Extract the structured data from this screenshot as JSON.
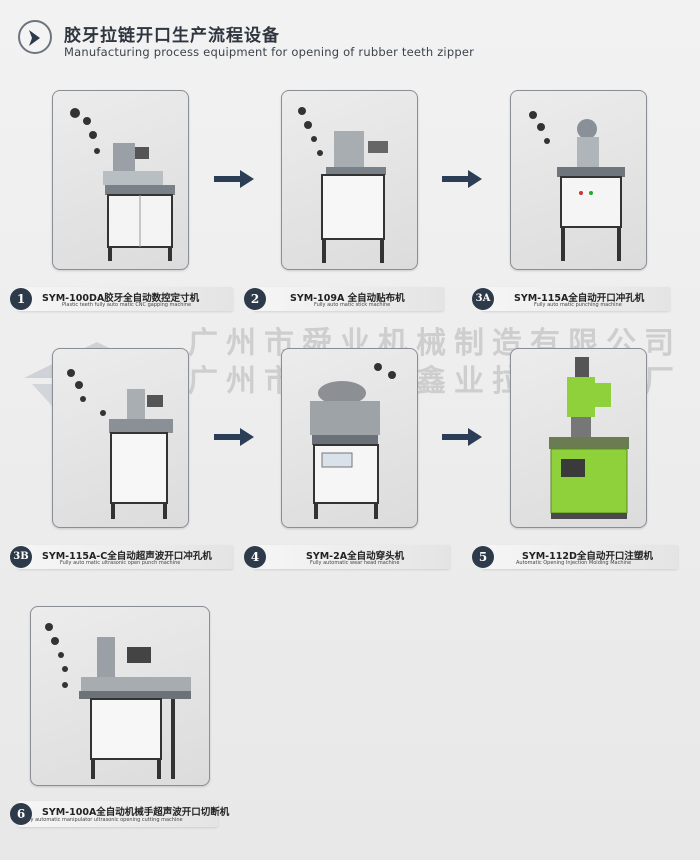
{
  "header": {
    "title_cn": "胶牙拉链开口生产流程设备",
    "title_en": "Manufacturing process equipment for opening of rubber teeth zipper"
  },
  "watermark": {
    "line1": "广州市舜业机械制造有限公司",
    "line2": "广州市白云区鑫业拉链机械厂"
  },
  "steps": [
    {
      "num": "1",
      "model": "SYM-100DA胶牙全自动数控定寸机",
      "subtitle": "Plastic teeth fully auto matic CNC gapping machine"
    },
    {
      "num": "2",
      "model": "SYM-109A 全自动贴布机",
      "subtitle": "Fully auto matic stick machine"
    },
    {
      "num": "3A",
      "model": "SYM-115A全自动开口冲孔机",
      "subtitle": "Fully auto matic punching machine"
    },
    {
      "num": "3B",
      "model": "SYM-115A-C全自动超声波开口冲孔机",
      "subtitle": "Fully auto matic ultrasonic open punch machine"
    },
    {
      "num": "4",
      "model": "SYM-2A全自动穿头机",
      "subtitle": "Fully automatic wear head machine"
    },
    {
      "num": "5",
      "model": "SYM-112D全自动开口注塑机",
      "subtitle": "Automatic Opening Injection Molding Machine"
    },
    {
      "num": "6",
      "model": "SYM-100A全自动机械手超声波开口切断机",
      "subtitle": "Fully automatic manipulator ultrasonic opening cutting machine"
    }
  ],
  "colors": {
    "badge": "#2d3a4a",
    "arrow": "#2b3e55",
    "injection_green": "#8fd13a"
  }
}
